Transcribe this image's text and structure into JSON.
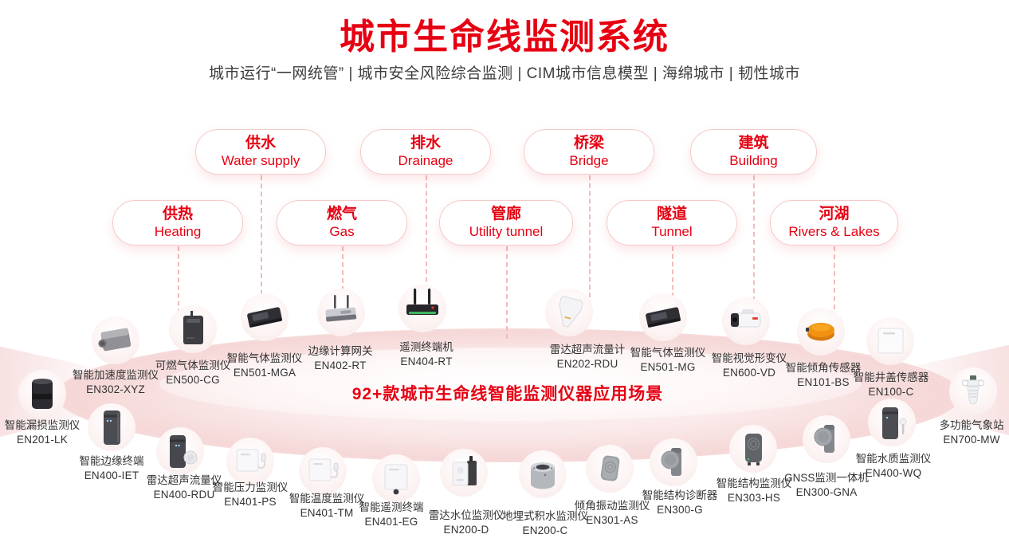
{
  "header": {
    "title": "城市生命线监测系统",
    "subtitle": "城市运行“一网统管” | 城市安全风险综合监测 | CIM城市信息模型 | 海绵城市 | 韧性城市"
  },
  "ellipse_caption": "92+款城市生命线智能监测仪器应用场景",
  "categories": [
    {
      "zh": "供水",
      "en": "Water supply"
    },
    {
      "zh": "排水",
      "en": "Drainage"
    },
    {
      "zh": "桥梁",
      "en": "Bridge"
    },
    {
      "zh": "建筑",
      "en": "Building"
    },
    {
      "zh": "供热",
      "en": "Heating"
    },
    {
      "zh": "燃气",
      "en": "Gas"
    },
    {
      "zh": "管廊",
      "en": "Utility tunnel"
    },
    {
      "zh": "隧道",
      "en": "Tunnel"
    },
    {
      "zh": "河湖",
      "en": "Rivers & Lakes"
    }
  ],
  "devices": [
    {
      "name": "智能漏损监测仪",
      "model": "EN201-LK",
      "icon": "leak-monitor-cylinder"
    },
    {
      "name": "智能加速度监测仪",
      "model": "EN302-XYZ",
      "icon": "accelerometer-box"
    },
    {
      "name": "可燃气体监测仪",
      "model": "EN500-CG",
      "icon": "gas-detector-tall"
    },
    {
      "name": "智能气体监测仪",
      "model": "EN501-MGA",
      "icon": "gas-monitor-flat"
    },
    {
      "name": "边缘计算网关",
      "model": "EN402-RT",
      "icon": "router-silver"
    },
    {
      "name": "遥测终端机",
      "model": "EN404-RT",
      "icon": "router-black"
    },
    {
      "name": "雷达超声流量计",
      "model": "EN202-RDU",
      "icon": "radar-flow-wedge"
    },
    {
      "name": "智能气体监测仪",
      "model": "EN501-MG",
      "icon": "gas-monitor-flat"
    },
    {
      "name": "智能视觉形变仪",
      "model": "EN600-VD",
      "icon": "bullet-camera"
    },
    {
      "name": "智能倾角传感器",
      "model": "EN101-BS",
      "icon": "tilt-disc-orange"
    },
    {
      "name": "智能井盖传感器",
      "model": "EN100-C",
      "icon": "manhole-panel"
    },
    {
      "name": "多功能气象站",
      "model": "EN700-MW",
      "icon": "weather-station"
    },
    {
      "name": "智能边缘终端",
      "model": "EN400-IET",
      "icon": "edge-tower"
    },
    {
      "name": "雷达超声流量仪",
      "model": "EN400-RDU",
      "icon": "tower-with-disc"
    },
    {
      "name": "智能压力监测仪",
      "model": "EN401-PS",
      "icon": "panel-with-probe"
    },
    {
      "name": "智能温度监测仪",
      "model": "EN401-TM",
      "icon": "panel-with-probe"
    },
    {
      "name": "智能遥测终端",
      "model": "EN401-EG",
      "icon": "telemetry-panel"
    },
    {
      "name": "雷达水位监测仪",
      "model": "EN200-D",
      "icon": "level-radar"
    },
    {
      "name": "地埋式积水监测仪",
      "model": "EN200-C",
      "icon": "buried-cylinder"
    },
    {
      "name": "倾角振动监测仪",
      "model": "EN301-AS",
      "icon": "vibration-rounded-box"
    },
    {
      "name": "智能结构诊断器",
      "model": "EN300-G",
      "icon": "structure-disc-box"
    },
    {
      "name": "智能结构监测仪",
      "model": "EN303-HS",
      "icon": "structure-grill-box"
    },
    {
      "name": "GNSS监测一体机",
      "model": "EN300-GNA",
      "icon": "structure-disc-box"
    },
    {
      "name": "智能水质监测仪",
      "model": "EN400-WQ",
      "icon": "tower-with-probe"
    }
  ],
  "colors": {
    "accent_red": "#e60012",
    "label_text": "#333333",
    "subtitle_text": "#3d3d3d",
    "pill_border": "#f5caca",
    "dash_line": "#f2bcbc",
    "ellipse_pink": "#f5d5d5",
    "tilt_sensor_orange": "#f19311"
  }
}
